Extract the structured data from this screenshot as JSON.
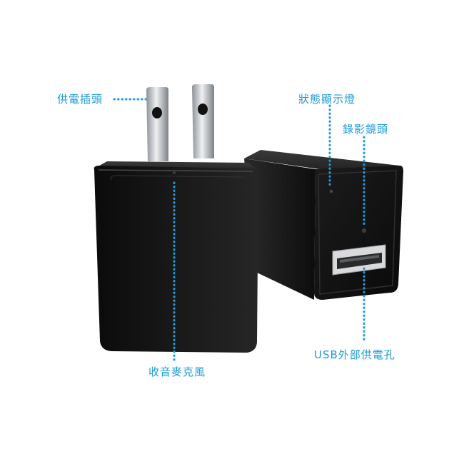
{
  "labels": {
    "power_plug": "供電插頭",
    "status_light": "狀態顯示燈",
    "camera_lens": "錄影鏡頭",
    "usb_port": "USB外部供電孔",
    "microphone": "收音麥克風"
  },
  "colors": {
    "accent": "#1e9bd7",
    "body": "#111111",
    "prong": "#c9ccd0"
  }
}
